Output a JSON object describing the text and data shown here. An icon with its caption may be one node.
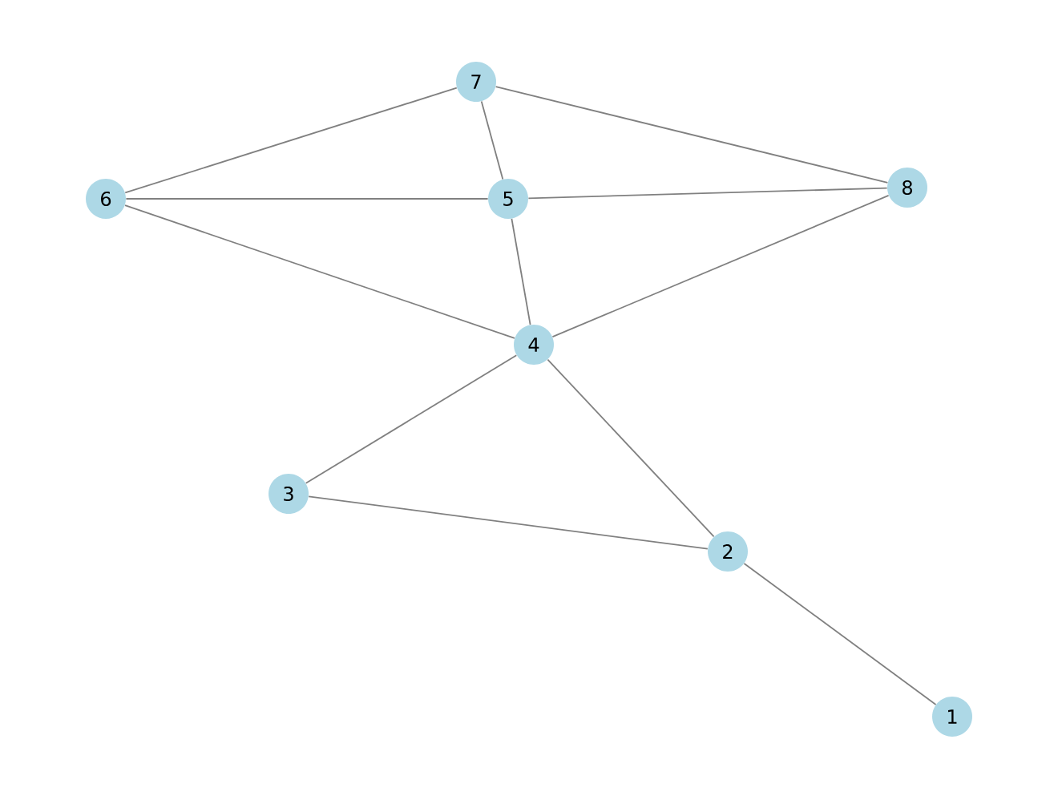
{
  "diagram": {
    "nodes": [
      {
        "text": [
          "7"
        ]
      },
      {
        "text": [
          "6"
        ]
      },
      {
        "text": [
          "5"
        ]
      },
      {
        "text": [
          "8"
        ]
      },
      {
        "text": [
          "4"
        ]
      },
      {
        "text": [
          "3"
        ]
      },
      {
        "text": [
          "2"
        ]
      },
      {
        "text": [
          "1"
        ]
      }
    ],
    "edges": [
      {
        "from": 7,
        "to": 6,
        "arrow": "none"
      },
      {
        "from": 6,
        "to": 5,
        "arrow": "none"
      },
      {
        "from": 6,
        "to": 4,
        "arrow": "none"
      },
      {
        "from": 5,
        "to": 4,
        "arrow": "none"
      },
      {
        "from": 4,
        "to": 2,
        "arrow": "none"
      },
      {
        "from": 4,
        "to": 1,
        "arrow": "none"
      },
      {
        "from": 4,
        "to": 3,
        "arrow": "none"
      },
      {
        "from": 2,
        "to": 1,
        "arrow": "none"
      },
      {
        "from": 2,
        "to": 0,
        "arrow": "none"
      },
      {
        "from": 2,
        "to": 3,
        "arrow": "none"
      },
      {
        "from": 1,
        "to": 0,
        "arrow": "none"
      },
      {
        "from": 0,
        "to": 3,
        "arrow": "none"
      }
    ]
  }
}
